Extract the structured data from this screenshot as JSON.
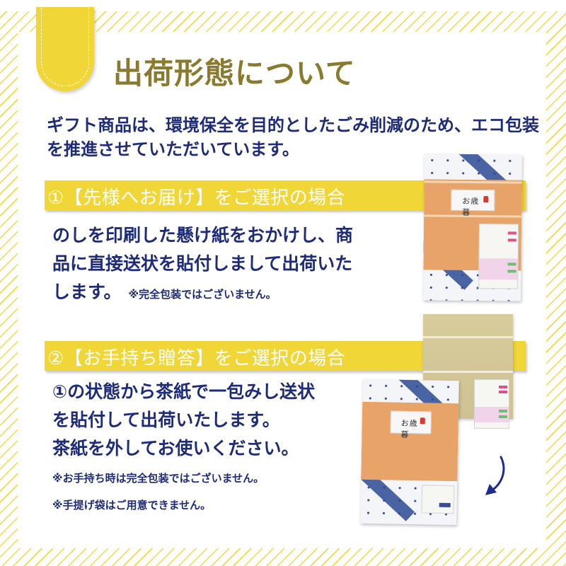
{
  "page": {
    "title": "出荷形態について",
    "intro": "ギフト商品は、環境保全を目的としたごみ削減のため、エコ包装を推進させていただいています。",
    "colors": {
      "accent_yellow": "#f0d636",
      "title_olive": "#8a7a2e",
      "text_navy": "#1e2c78",
      "stripe_yellow": "#f2d848"
    }
  },
  "sections": [
    {
      "heading": "①【先様へお届け】をご選択の場合",
      "lines": [
        "のしを印刷した懸け紙をおかけし、商",
        "品に直接送状を貼付しまして出荷いた",
        "します。"
      ],
      "inline_note": "※完全包装ではございません。",
      "image": {
        "description": "gift-box-with-noshi",
        "noshi_text": "お歳暮"
      }
    },
    {
      "heading": "②【お手持ち贈答】をご選択の場合",
      "lines": [
        "①の状態から茶紙で一包みし送状",
        "を貼付して出荷いたします。",
        "茶紙を外してお使いください。"
      ],
      "notes": [
        "※お手持ち時は完全包装ではございません。",
        "※手提げ袋はご用意できません。"
      ],
      "image": {
        "description": "kraft-wrapped-box-and-unwrapped-box",
        "noshi_text": "お歳暮",
        "arrow": "curved-arrow-down-left"
      }
    }
  ]
}
